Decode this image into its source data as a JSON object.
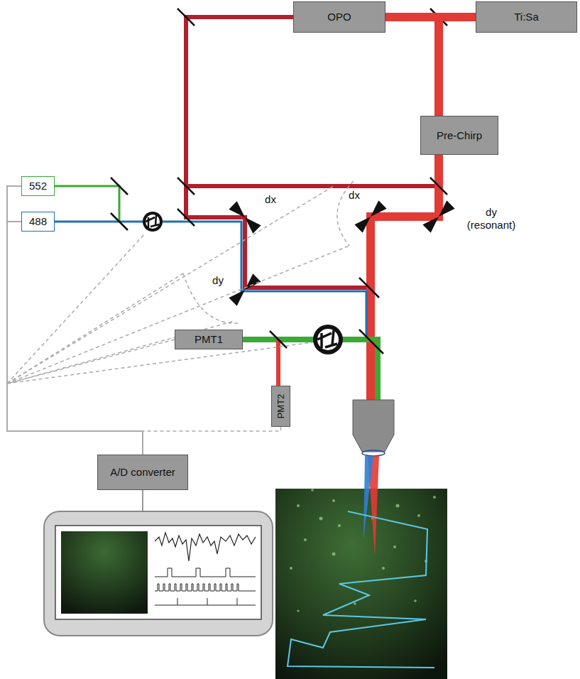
{
  "diagram": {
    "nodes": [
      {
        "text": [
          "OPO"
        ]
      },
      {
        "text": [
          "Ti:Sa"
        ]
      },
      {
        "text": [
          "Pre-Chirp"
        ]
      },
      {
        "text": [
          "552"
        ]
      },
      {
        "text": [
          "488"
        ]
      },
      {
        "text": [
          "PMT1"
        ]
      },
      {
        "text": [
          "PMT2"
        ]
      },
      {
        "text": [
          "A/D converter"
        ]
      }
    ],
    "edges": [
      {
        "from": 1,
        "to": 0,
        "arrow": "none"
      },
      {
        "from": 1,
        "to": 2,
        "arrow": "none"
      },
      {
        "from": 3,
        "to": 7,
        "arrow": "none"
      },
      {
        "from": 4,
        "to": 7,
        "arrow": "none"
      },
      {
        "from": 5,
        "to": 7,
        "arrow": "none"
      },
      {
        "from": 6,
        "to": 7,
        "arrow": "none"
      }
    ],
    "labels": [
      "dx",
      "dy (resonant)",
      "dx",
      "dy"
    ]
  }
}
